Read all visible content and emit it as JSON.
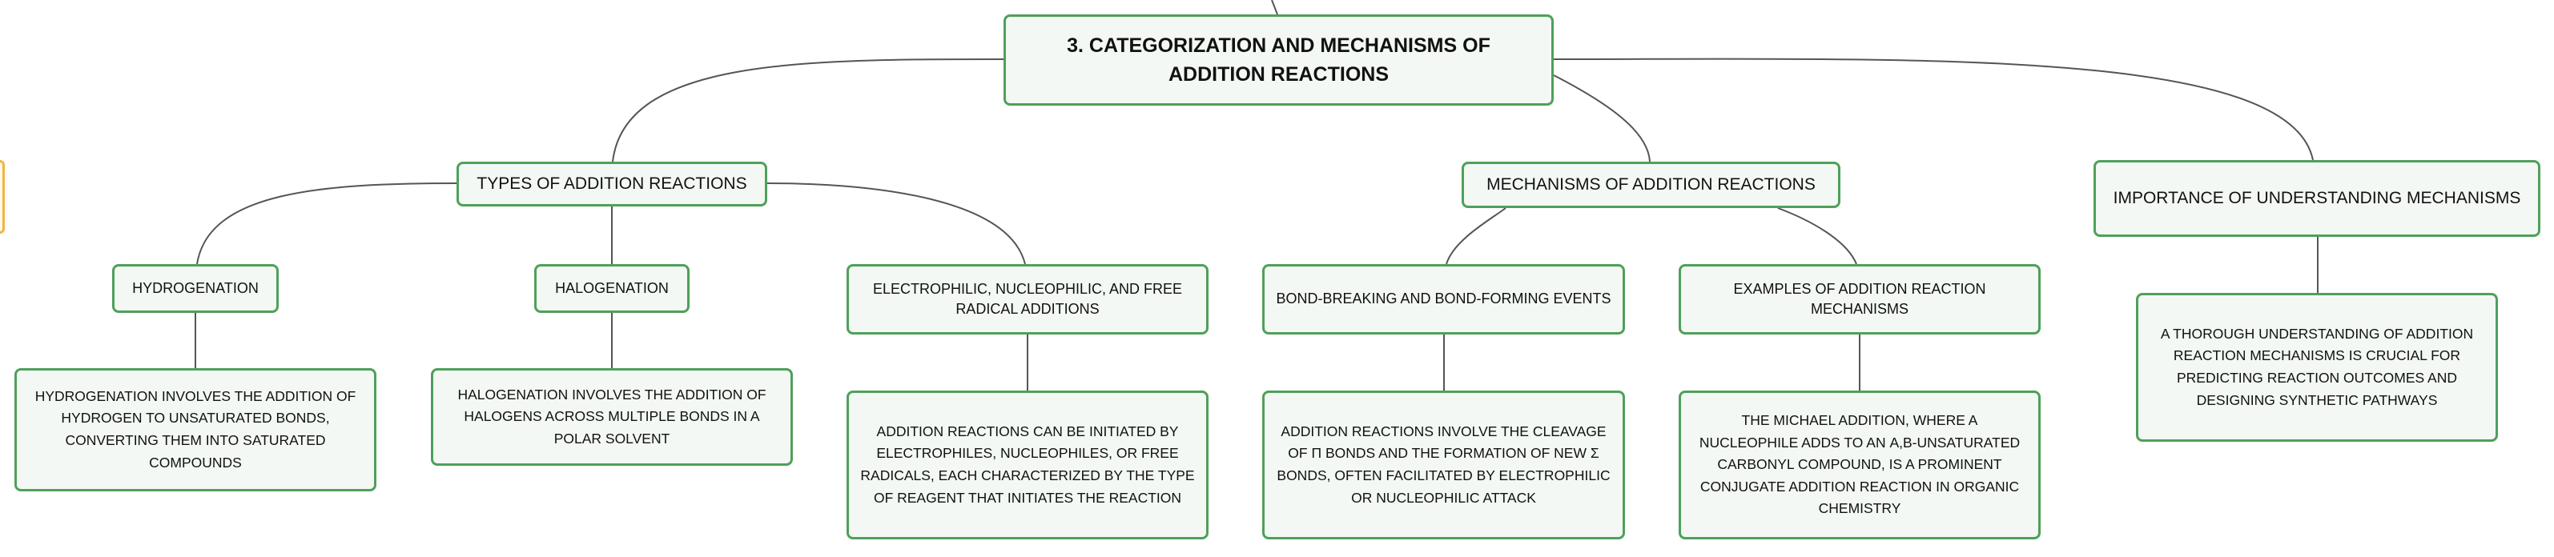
{
  "colors": {
    "node_border": "#4fa05a",
    "node_fill": "#f3f8f4",
    "connector": "#555555",
    "offscreen_node_border": "#f0b542"
  },
  "root": {
    "title": "3. CATEGORIZATION AND MECHANISMS OF ADDITION REACTIONS"
  },
  "types": {
    "title": "TYPES OF ADDITION REACTIONS",
    "hydrogenation": {
      "title": "HYDROGENATION",
      "detail": "HYDROGENATION INVOLVES THE ADDITION OF HYDROGEN TO UNSATURATED BONDS, CONVERTING THEM INTO SATURATED COMPOUNDS"
    },
    "halogenation": {
      "title": "HALOGENATION",
      "detail": "HALOGENATION INVOLVES THE ADDITION OF HALOGENS ACROSS MULTIPLE BONDS IN A POLAR SOLVENT"
    },
    "electrophilic": {
      "title": "ELECTROPHILIC, NUCLEOPHILIC, AND FREE RADICAL ADDITIONS",
      "detail": "ADDITION REACTIONS CAN BE INITIATED BY ELECTROPHILES, NUCLEOPHILES, OR FREE RADICALS, EACH CHARACTERIZED BY THE TYPE OF REAGENT THAT INITIATES THE REACTION"
    }
  },
  "mechanisms": {
    "title": "MECHANISMS OF ADDITION REACTIONS",
    "bond_events": {
      "title": "BOND-BREAKING AND BOND-FORMING EVENTS",
      "detail": "ADDITION REACTIONS INVOLVE THE CLEAVAGE OF Π BONDS AND THE FORMATION OF NEW Σ BONDS, OFTEN FACILITATED BY ELECTROPHILIC OR NUCLEOPHILIC ATTACK"
    },
    "examples": {
      "title": "EXAMPLES OF ADDITION REACTION MECHANISMS",
      "detail": "THE MICHAEL ADDITION, WHERE A NUCLEOPHILE ADDS TO AN Α,Β-UNSATURATED CARBONYL COMPOUND, IS A PROMINENT CONJUGATE ADDITION REACTION IN ORGANIC CHEMISTRY"
    }
  },
  "importance": {
    "title": "IMPORTANCE OF UNDERSTANDING MECHANISMS",
    "detail": "A THOROUGH UNDERSTANDING OF ADDITION REACTION MECHANISMS IS CRUCIAL FOR PREDICTING REACTION OUTCOMES AND DESIGNING SYNTHETIC PATHWAYS"
  }
}
